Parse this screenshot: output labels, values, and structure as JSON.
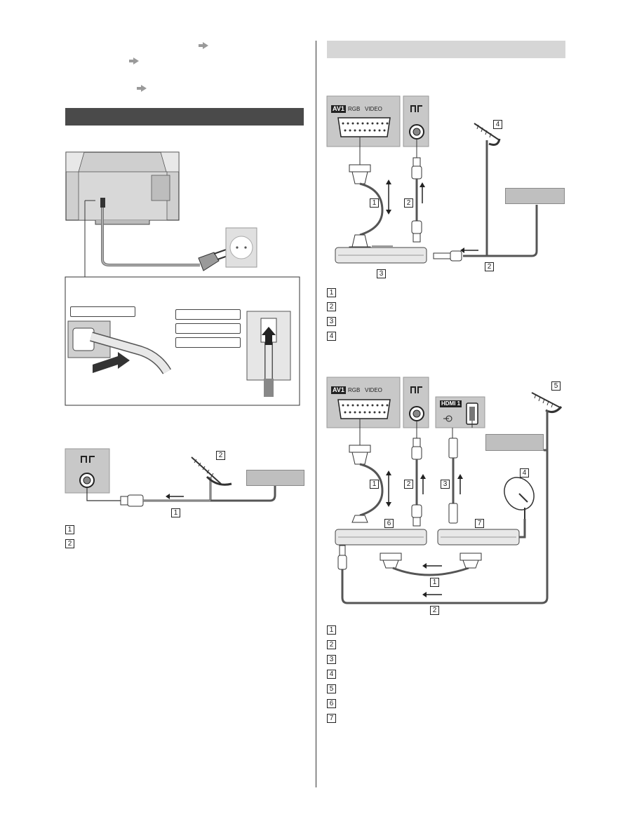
{
  "numbers": {
    "n1": "1",
    "n2": "2",
    "n3": "3",
    "n4": "4",
    "n5": "5",
    "n6": "6",
    "n7": "7"
  },
  "connectors": {
    "av1": "AV1",
    "rgb": "RGB",
    "video": "VIDEO",
    "hdmi1": "HDMI 1"
  },
  "icons": [
    "reference-arrow-icon",
    "aerial-icon",
    "satellite-dish-icon",
    "mains-socket-icon",
    "scart-plug-icon",
    "rf-plug-icon",
    "hdmi-plug-icon"
  ],
  "colors": {
    "heading_dark": "#4a4a4a",
    "heading_light": "#d6d6d6",
    "panel_gray": "#c8c8c8"
  }
}
